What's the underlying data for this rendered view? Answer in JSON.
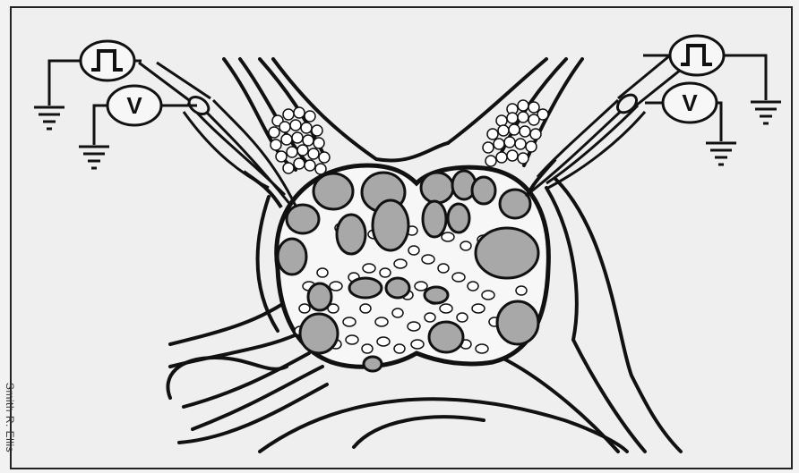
{
  "credit": "Smith R. Ellis",
  "instruments": {
    "left_stimulator": "pulse-generator-icon",
    "left_voltmeter": {
      "symbol": "V",
      "icon": "voltmeter-icon"
    },
    "right_stimulator": "pulse-generator-icon",
    "right_voltmeter": {
      "symbol": "V",
      "icon": "voltmeter-icon"
    },
    "ground": "ground-icon"
  },
  "colors": {
    "background": "#f2f2f2",
    "ink": "#111111",
    "cell_fill": "#a8a8a8",
    "granule_fill": "#ffffff"
  }
}
